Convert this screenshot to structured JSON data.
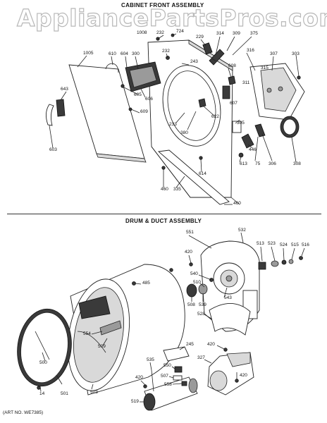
{
  "watermark": "AppliancePartsPros.com",
  "sections": {
    "cabinet_front": {
      "title": "CABINET FRONT ASSEMBLY"
    },
    "drum_duct": {
      "title": "DRUM & DUCT ASSEMBLY"
    }
  },
  "art_number": "(ART NO. WE7385)",
  "callouts": {
    "c1008": "1008",
    "c232": "232",
    "c724": "724",
    "c229": "229",
    "c314": "314",
    "c309": "309",
    "c375": "375",
    "c1005": "1005",
    "c610": "610",
    "c604": "604",
    "c300": "300",
    "c232b": "232",
    "c316": "316",
    "c307": "307",
    "c303": "303",
    "c243": "243",
    "c608": "608",
    "c315": "315",
    "c643": "643",
    "c311": "311",
    "c605": "605",
    "c606": "606",
    "c609": "609",
    "c607": "607",
    "c622": "622",
    "c233": "233",
    "c380": "380",
    "c305": "305",
    "c603": "603",
    "c446": "446",
    "c613": "613",
    "c75": "75",
    "c306": "306",
    "c308": "308",
    "c614": "614",
    "c460a": "460",
    "c335": "335",
    "c460b": "460",
    "c551": "551",
    "c532": "532",
    "c420a": "420",
    "c513": "513",
    "c523": "523",
    "c524": "524",
    "c515": "515",
    "c516": "516",
    "c540": "540",
    "c510": "510",
    "c485": "485",
    "c508": "508",
    "c539": "539",
    "c543": "543",
    "c554": "554",
    "c509": "509",
    "c528": "528",
    "c245": "245",
    "c420b": "420",
    "c327": "327",
    "c535": "535",
    "c550": "550",
    "c507": "507",
    "c420c": "420",
    "c558": "558",
    "c500": "500",
    "c420d": "420",
    "c14": "14",
    "c501": "501",
    "c503": "503",
    "c519": "519"
  }
}
